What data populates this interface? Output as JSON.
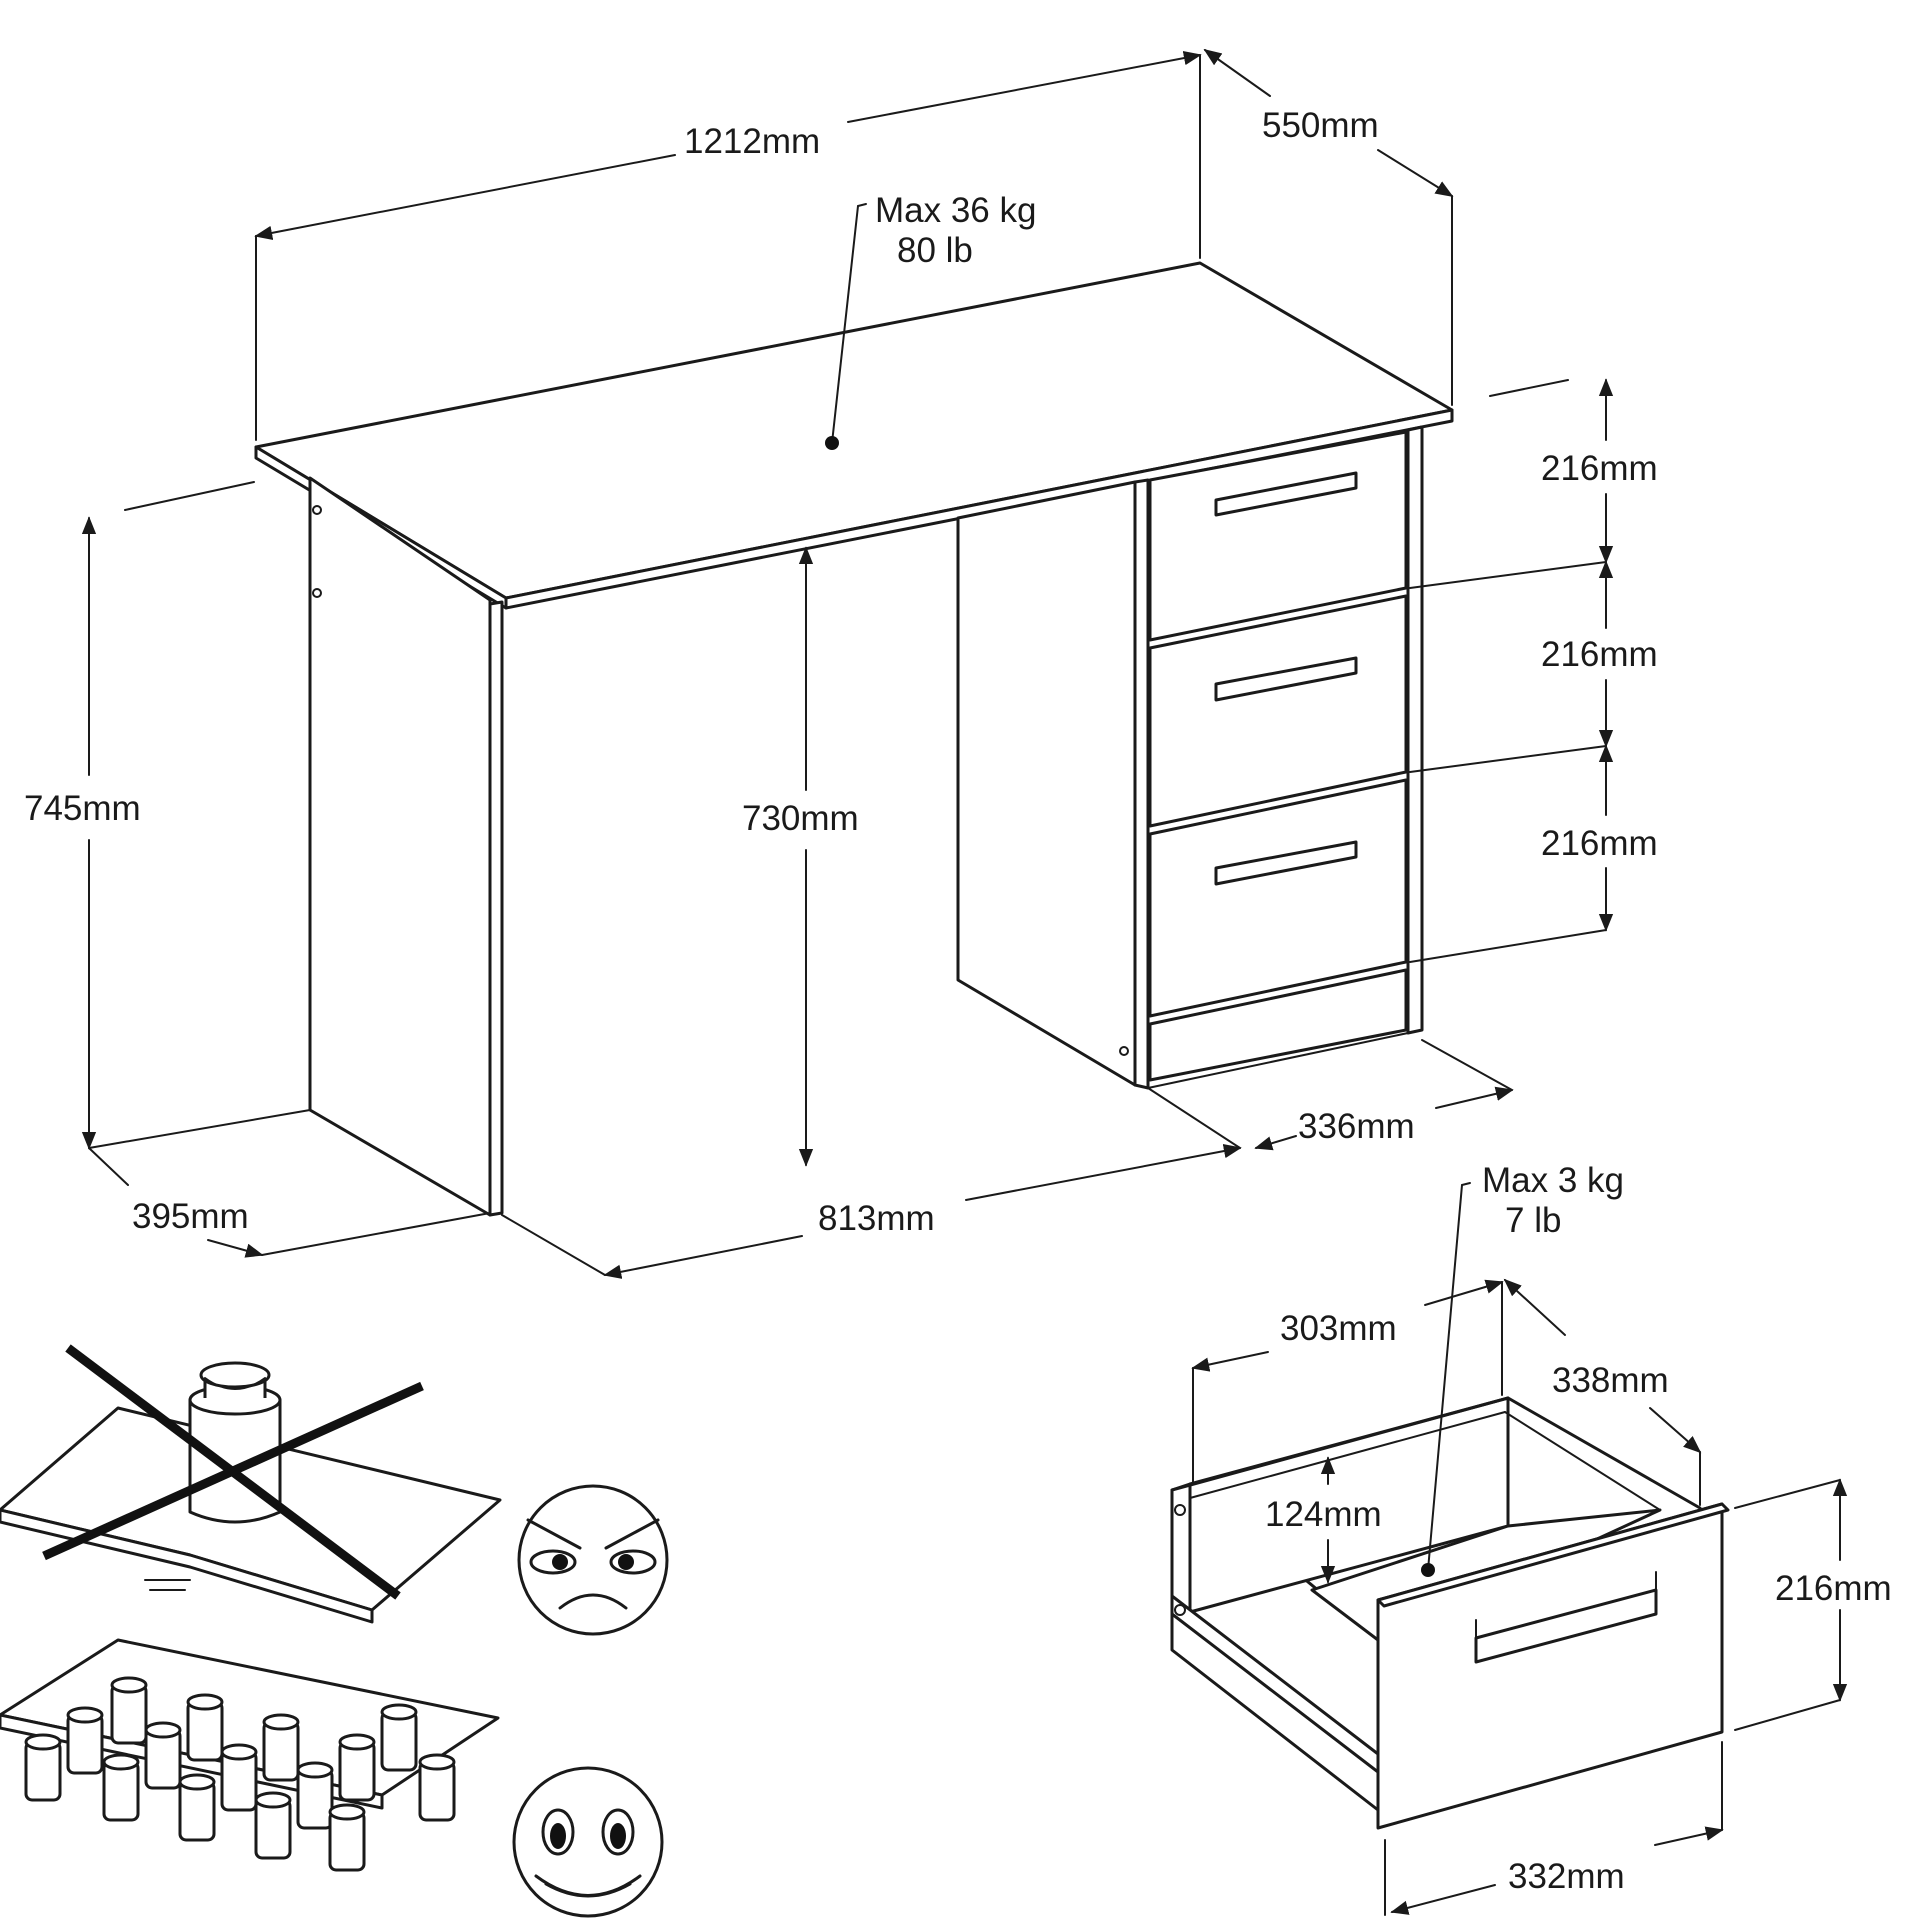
{
  "desk": {
    "width": "1212mm",
    "depth": "550mm",
    "height": "745mm",
    "knee_height": "730mm",
    "leg_depth": "395mm",
    "knee_width": "813mm",
    "cabinet_depth": "336mm",
    "drawer_heights": [
      "216mm",
      "216mm",
      "216mm"
    ],
    "max_load": {
      "kg": "Max 36 kg",
      "lb": "80 lb"
    }
  },
  "drawer": {
    "inner_width": "303mm",
    "inner_depth": "338mm",
    "inner_height": "124mm",
    "front_height": "216mm",
    "front_width": "332mm",
    "max_load": {
      "kg": "Max 3 kg",
      "lb": "7 lb"
    }
  },
  "load_guide": {
    "wrong": {
      "icon": "angry-face-icon",
      "description_icon": "concentrated-weight-icon"
    },
    "right": {
      "icon": "happy-face-icon",
      "description_icon": "distributed-weights-icon"
    }
  },
  "colors": {
    "line": "#1a1a1a",
    "background": "#ffffff"
  }
}
